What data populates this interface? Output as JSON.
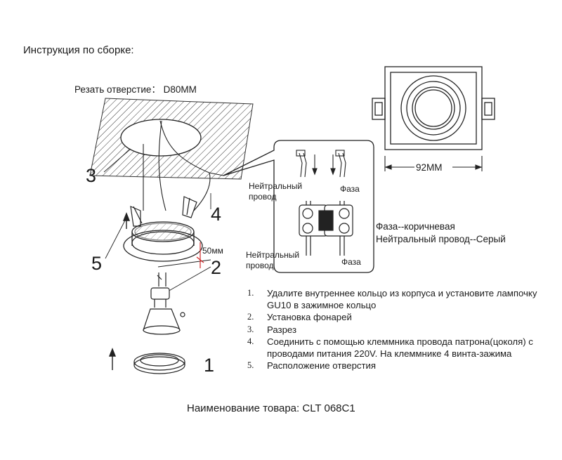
{
  "title": "Инструкция по сборке:",
  "cut_hole_label": "Резать отверстие： D80MM",
  "callouts": {
    "n1": "1",
    "n2": "2",
    "n3": "3",
    "n4": "4",
    "n5": "5"
  },
  "dimension_50mm": "50мм",
  "dimension_92mm": "92MM",
  "wiring_inset": {
    "neutral_top": "Нейтральный провод",
    "phase_top": "Фаза",
    "neutral_bottom": "Нейтральный провод",
    "phase_bottom": "Фаза"
  },
  "wire_legend": {
    "phase": "Фаза--коричневая",
    "neutral": "Нейтральный провод--Серый"
  },
  "steps": [
    {
      "num": "1.",
      "text": "Удалите внутреннее кольцо из корпуса и установите лампочку GU10 в зажимное кольцо"
    },
    {
      "num": "2.",
      "text": "Установка фонарей"
    },
    {
      "num": "3.",
      "text": "Разрез"
    },
    {
      "num": "4.",
      "text": "Соединить с помощью клеммника провода патрона(цоколя) с проводами питания 220V. На клеммнике 4 винта-зажима"
    },
    {
      "num": "5.",
      "text": "Расположение отверстия"
    }
  ],
  "product_name": "Наименование товара: CLT 068C1",
  "colors": {
    "line": "#1a1a1a",
    "accent_red": "#d22a2a"
  }
}
